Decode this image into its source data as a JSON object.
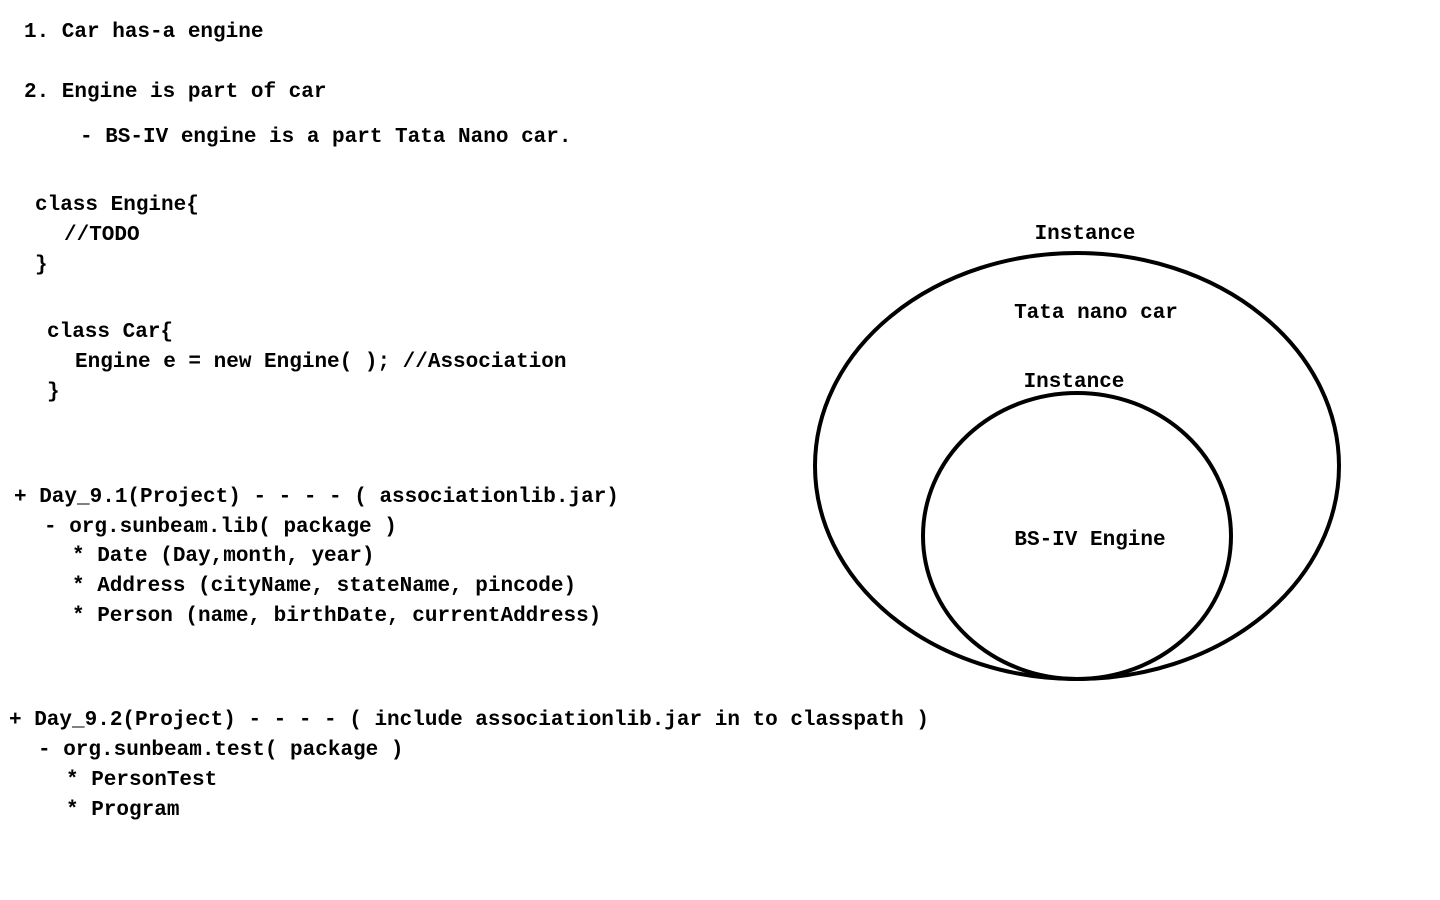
{
  "notes": {
    "point_1": "1. Car has-a engine",
    "point_2": "2. Engine is part of car",
    "example": "- BS-IV engine is a part Tata Nano car.",
    "code_engine": [
      "class Engine{",
      "//TODO",
      "}"
    ],
    "code_car": [
      "class Car{",
      "Engine e = new Engine( ); //Association",
      "}"
    ],
    "project_1": {
      "header": "+ Day_9.1(Project) - - - - ( associationlib.jar)",
      "package": "- org.sunbeam.lib( package )",
      "classes": [
        "* Date (Day,month, year)",
        "* Address (cityName, stateName, pincode)",
        "* Person (name, birthDate, currentAddress)"
      ]
    },
    "project_2": {
      "header": "+ Day_9.2(Project) - - - - ( include associationlib.jar in to classpath )",
      "package": "- org.sunbeam.test( package )",
      "classes": [
        "* PersonTest",
        "* Program"
      ]
    }
  },
  "diagram": {
    "outer_instance_label": "Instance",
    "outer_label": "Tata nano car",
    "inner_instance_label": "Instance",
    "inner_label": "BS-IV Engine",
    "stroke_color": "#000000"
  }
}
